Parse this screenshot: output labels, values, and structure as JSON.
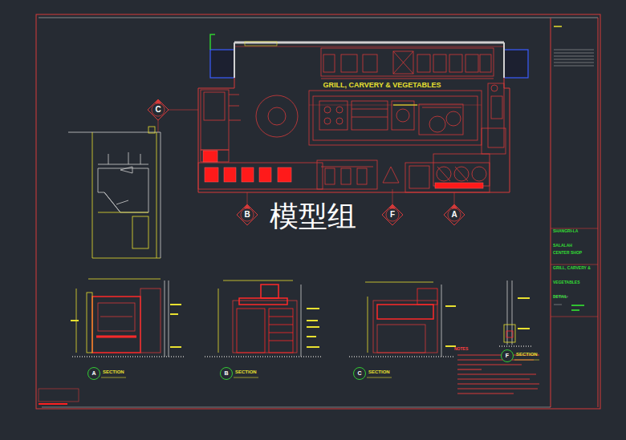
{
  "diagram": {
    "nodes": [
      {
        "text": [
          "C"
        ]
      },
      {
        "text": [
          "B"
        ]
      },
      {
        "text": [
          "F"
        ]
      },
      {
        "text": [
          "A"
        ]
      },
      {
        "text": [
          "A",
          "SECTION"
        ]
      },
      {
        "text": [
          "B",
          "SECTION"
        ]
      },
      {
        "text": [
          "C",
          "SECTION"
        ]
      },
      {
        "text": [
          "F",
          "SECTION"
        ]
      }
    ],
    "labels": [
      "GRILL, CARVERY & VEGETABLES",
      "模型组",
      "SHANGRI-LA SALALAH",
      "CENTER SHOP GRILL, CARVERY & VEGETABLES DETAIL",
      "NOTES"
    ]
  }
}
